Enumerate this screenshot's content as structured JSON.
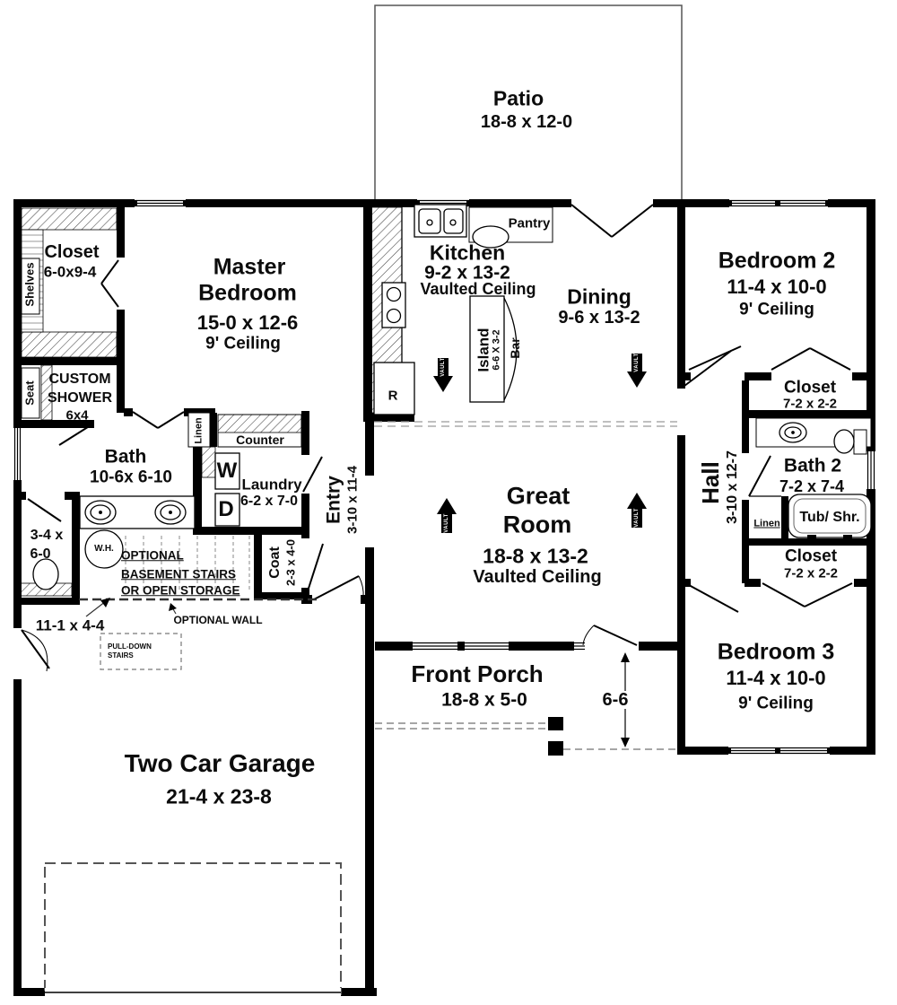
{
  "plan": {
    "patio": {
      "name": "Patio",
      "dims": "18-8 x 12-0"
    },
    "master_bedroom": {
      "name_line1": "Master",
      "name_line2": "Bedroom",
      "dims": "15-0 x 12-6",
      "ceiling": "9' Ceiling"
    },
    "master_closet": {
      "name": "Closet",
      "dims": "6-0x9-4",
      "shelves": "Shelves"
    },
    "custom_shower": {
      "line1": "CUSTOM",
      "line2": "SHOWER",
      "line3": "6x4",
      "seat": "Seat"
    },
    "bath": {
      "name": "Bath",
      "dims": "10-6x 6-10"
    },
    "toilet_room": {
      "dims_line1": "3-4 x",
      "dims_line2": "6-0"
    },
    "water_heater": "W.H.",
    "storage": {
      "line1": "OPTIONAL",
      "line2": "BASEMENT STAIRS",
      "line3": "OR OPEN STORAGE",
      "dims": "11-1 x 4-4",
      "optional_wall": "OPTIONAL WALL"
    },
    "pulldown_stairs": {
      "line1": "PULL-DOWN",
      "line2": "STAIRS"
    },
    "laundry": {
      "name": "Laundry",
      "dims": "6-2 x 7-0",
      "washer": "W",
      "dryer": "D",
      "counter": "Counter",
      "linen": "Linen"
    },
    "coat": {
      "name": "Coat",
      "dims": "2-3 x 4-0"
    },
    "entry": {
      "name": "Entry",
      "dims": "3-10 x 11-4"
    },
    "kitchen": {
      "name": "Kitchen",
      "dims": "9-2 x 13-2",
      "ceiling": "Vaulted Ceiling",
      "pantry": "Pantry",
      "fridge": "R"
    },
    "island": {
      "name": "Island",
      "dims": "6-6 X 3-2",
      "bar": "Bar"
    },
    "dining": {
      "name": "Dining",
      "dims": "9-6 x 13-2"
    },
    "great_room": {
      "name_line1": "Great",
      "name_line2": "Room",
      "dims": "18-8 x 13-2",
      "ceiling": "Vaulted Ceiling"
    },
    "bedroom2": {
      "name": "Bedroom 2",
      "dims": "11-4 x 10-0",
      "ceiling": "9' Ceiling"
    },
    "bedroom3": {
      "name": "Bedroom 3",
      "dims": "11-4 x 10-0",
      "ceiling": "9' Ceiling"
    },
    "hall": {
      "name": "Hall",
      "dims": "3-10 x 12-7"
    },
    "bath2": {
      "name": "Bath 2",
      "dims": "7-2 x 7-4",
      "tub": "Tub/ Shr.",
      "linen": "Linen"
    },
    "closet_right_top": {
      "name": "Closet",
      "dims": "7-2 x 2-2"
    },
    "closet_right_bottom": {
      "name": "Closet",
      "dims": "7-2 x 2-2"
    },
    "front_porch": {
      "name": "Front Porch",
      "dims": "18-8 x 5-0",
      "depth": "6-6"
    },
    "garage": {
      "name": "Two Car Garage",
      "dims": "21-4 x 23-8"
    },
    "vault_label": "VAULT",
    "colors": {
      "wall": "#000000",
      "paper": "#ffffff",
      "dash": "#888888"
    }
  }
}
